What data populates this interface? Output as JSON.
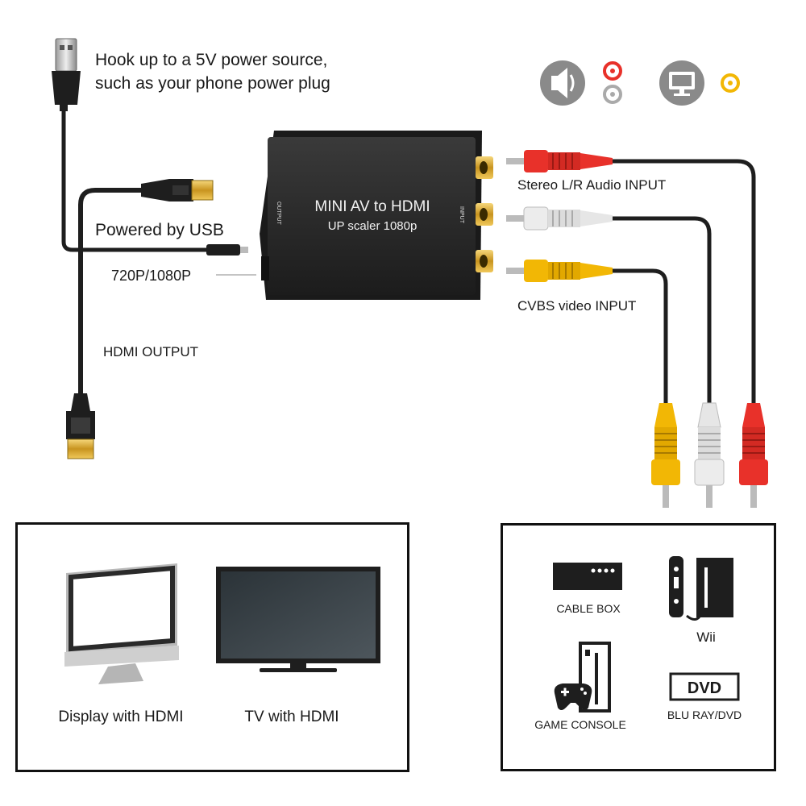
{
  "power": {
    "line1": "Hook up to a 5V power source,",
    "line2": "such as your phone power plug",
    "powered_label": "Powered by USB"
  },
  "converter": {
    "title": "MINI AV to HDMI",
    "subtitle": "UP scaler 1080p",
    "side_output": "OUTPUT",
    "side_input": "INPUT"
  },
  "labels": {
    "resolution_switch": "720P/1080P",
    "hdmi_output": "HDMI OUTPUT",
    "audio_input": "Stereo L/R Audio  INPUT",
    "video_input": "CVBS video  INPUT"
  },
  "output_devices": {
    "display": "Display with HDMI",
    "tv": "TV with HDMI"
  },
  "input_devices": {
    "cable_box": "CABLE BOX",
    "wii": "Wii",
    "game_console": "GAME CONSOLE",
    "bluray": "BLU RAY/DVD",
    "dvd_logo": "DVD"
  },
  "colors": {
    "rca_red": "#e8312a",
    "rca_white": "#e6e6e6",
    "rca_yellow": "#f2b705",
    "gold": "#d9a82c",
    "device_body": "#2a2a2a"
  },
  "icons": [
    "usb-plug-icon",
    "hdmi-plug-icon",
    "speaker-icon",
    "monitor-icon",
    "rca-plug-icon",
    "cable-box-icon",
    "wii-icon",
    "game-console-icon",
    "gamepad-icon",
    "dvd-logo-icon"
  ]
}
